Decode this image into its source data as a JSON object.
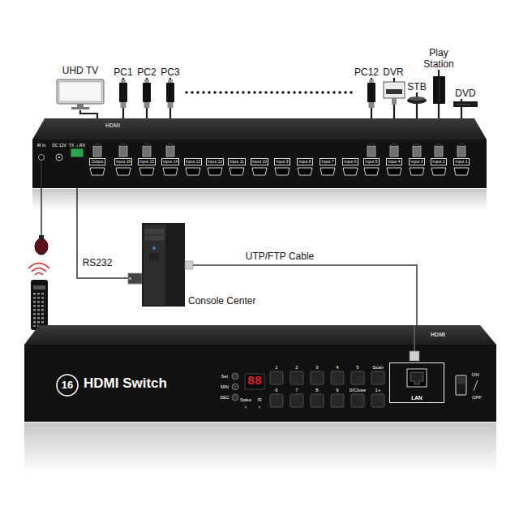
{
  "diagram": {
    "nodes": [
      {
        "text": [
          "UHD TV"
        ]
      },
      {
        "text": [
          "PC1"
        ]
      },
      {
        "text": [
          "PC2"
        ]
      },
      {
        "text": [
          "PC3"
        ]
      },
      {
        "text": [
          "PC12"
        ]
      },
      {
        "text": [
          "DVR"
        ]
      },
      {
        "text": [
          "STB"
        ]
      },
      {
        "text": [
          "Play Station"
        ]
      },
      {
        "text": [
          "DVD"
        ]
      },
      {
        "text": [
          "HDMI"
        ]
      },
      {
        "text": [
          "IR In"
        ],
        "in": 9
      },
      {
        "text": [
          "DC 12V"
        ],
        "in": 9
      },
      {
        "text": [
          "TX ⊥ RX"
        ],
        "in": 9
      },
      {
        "text": [
          "Output"
        ],
        "in": 9
      },
      {
        "text": [
          "Input 16"
        ],
        "in": 9
      },
      {
        "text": [
          "Input 15"
        ],
        "in": 9
      },
      {
        "text": [
          "Input 14"
        ],
        "in": 9
      },
      {
        "text": [
          "Input 13"
        ],
        "in": 9
      },
      {
        "text": [
          "Input 12"
        ],
        "in": 9
      },
      {
        "text": [
          "Input 11"
        ],
        "in": 9
      },
      {
        "text": [
          "Input 10"
        ],
        "in": 9
      },
      {
        "text": [
          "Input 9"
        ],
        "in": 9
      },
      {
        "text": [
          "Input 8"
        ],
        "in": 9
      },
      {
        "text": [
          "Input 7"
        ],
        "in": 9
      },
      {
        "text": [
          "Input 6"
        ],
        "in": 9
      },
      {
        "text": [
          "Input 5"
        ],
        "in": 9
      },
      {
        "text": [
          "Input 4"
        ],
        "in": 9
      },
      {
        "text": [
          "Input 3"
        ],
        "in": 9
      },
      {
        "text": [
          "Input 2"
        ],
        "in": 9
      },
      {
        "text": [
          "Input 1"
        ],
        "in": 9
      },
      {
        "text": [
          "Console Center"
        ]
      },
      {
        "text": [
          "HDMI Switch"
        ]
      },
      {
        "text": [
          "LAN"
        ],
        "in": 31
      }
    ],
    "edges": [
      {
        "from": 13,
        "to": 0,
        "arrow": "none"
      },
      {
        "from": 1,
        "to": 14,
        "arrow": "none"
      },
      {
        "from": 2,
        "to": 15,
        "arrow": "none"
      },
      {
        "from": 3,
        "to": 16,
        "arrow": "none"
      },
      {
        "from": 4,
        "to": 25,
        "arrow": "none"
      },
      {
        "from": 5,
        "to": 26,
        "arrow": "none"
      },
      {
        "from": 6,
        "to": 27,
        "arrow": "none"
      },
      {
        "from": 7,
        "to": 28,
        "arrow": "none"
      },
      {
        "from": 8,
        "to": 29,
        "arrow": "none"
      },
      {
        "from": 30,
        "to": 12,
        "label": "RS232",
        "arrow": "none"
      },
      {
        "from": 30,
        "to": 32,
        "label": "UTP/FTP Cable",
        "arrow": "none"
      }
    ],
    "labels": [
      "16",
      "Set",
      "MIN",
      "SEC",
      "88",
      "Status",
      "IR",
      "1",
      "2",
      "3",
      "4",
      "5",
      "Scan",
      "6",
      "7",
      "8",
      "9",
      "0/Close",
      "1+",
      "ON",
      "OFF",
      "HDMI"
    ]
  }
}
